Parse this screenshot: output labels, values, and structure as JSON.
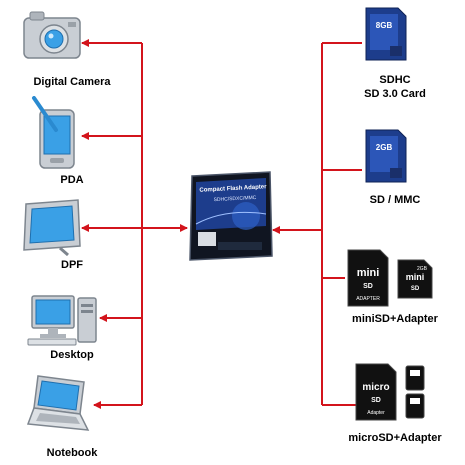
{
  "colors": {
    "arrow": "#d3141c",
    "device_blue": "#3aa0e6",
    "device_gray": "#c9ced4",
    "card_blue": "#1d3d8c"
  },
  "left_devices": [
    {
      "label": "Digital Camera",
      "icon": "digital-camera-icon"
    },
    {
      "label": "PDA",
      "icon": "pda-icon"
    },
    {
      "label": "DPF",
      "icon": "photo-frame-icon"
    },
    {
      "label": "Desktop",
      "icon": "desktop-computer-icon"
    },
    {
      "label": "Notebook",
      "icon": "notebook-laptop-icon"
    }
  ],
  "right_cards": [
    {
      "label_line1": "SDHC",
      "label_line2": "SD 3.0 Card",
      "icon": "sdhc-card-icon",
      "card_text": "8GB"
    },
    {
      "label_line1": "SD / MMC",
      "icon": "sd-card-icon",
      "card_text": "2GB"
    },
    {
      "label_line1": "miniSD+Adapter",
      "icon": "minisd-adapter-icon",
      "card_text": "2GB"
    },
    {
      "label_line1": "microSD+Adapter",
      "icon": "microsd-adapter-icon"
    }
  ],
  "center_adapter": {
    "icon": "cf-adapter-card-icon",
    "line1": "Compact Flash Adapter",
    "line2": "SDHC/SDXC/MMC"
  }
}
